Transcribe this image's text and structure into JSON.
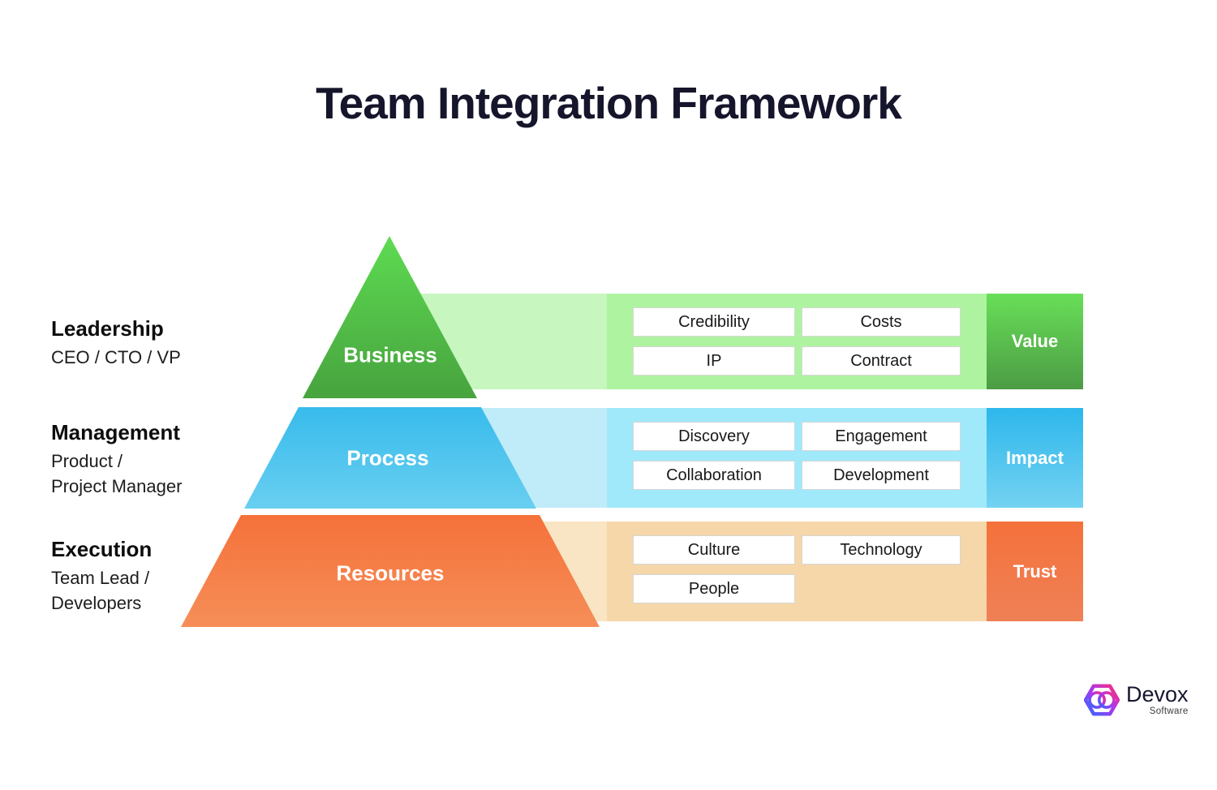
{
  "title": "Team Integration Framework",
  "text_color": "#15152b",
  "rows": [
    {
      "left_label": {
        "heading": "Leadership",
        "sub_lines": [
          "CEO / CTO / VP"
        ]
      },
      "layer_label": "Business",
      "chips": [
        "Credibility",
        "Costs",
        "IP",
        "Contract"
      ],
      "outcome_label": "Value",
      "colors": {
        "layer_top": "#5edb52",
        "layer_bottom": "#47a33e",
        "band": "#c7f6bf",
        "panel": "#aef4a0",
        "accent_top": "#68df58",
        "accent_bottom": "#4c9c44"
      }
    },
    {
      "left_label": {
        "heading": "Management",
        "sub_lines": [
          "Product /",
          "Project Manager"
        ]
      },
      "layer_label": "Process",
      "chips": [
        "Discovery",
        "Engagement",
        "Collaboration",
        "Development"
      ],
      "outcome_label": "Impact",
      "colors": {
        "layer_top": "#38bbec",
        "layer_bottom": "#69cff0",
        "band": "#bfecf8",
        "panel": "#a0e9fa",
        "accent_top": "#2db7ec",
        "accent_bottom": "#74d2f1"
      }
    },
    {
      "left_label": {
        "heading": "Execution",
        "sub_lines": [
          "Team Lead /",
          "Developers"
        ]
      },
      "layer_label": "Resources",
      "chips": [
        "Culture",
        "Technology",
        "People"
      ],
      "outcome_label": "Trust",
      "colors": {
        "layer_top": "#f5713a",
        "layer_bottom": "#f68e58",
        "band": "#f9e5c3",
        "panel": "#f6d7a9",
        "accent_top": "#f4713b",
        "accent_bottom": "#ef8157"
      }
    }
  ],
  "logo": {
    "name": "Devox",
    "subtitle": "Software",
    "mark_colors": [
      "#ff2e7a",
      "#a638f0",
      "#2f6bff"
    ]
  }
}
